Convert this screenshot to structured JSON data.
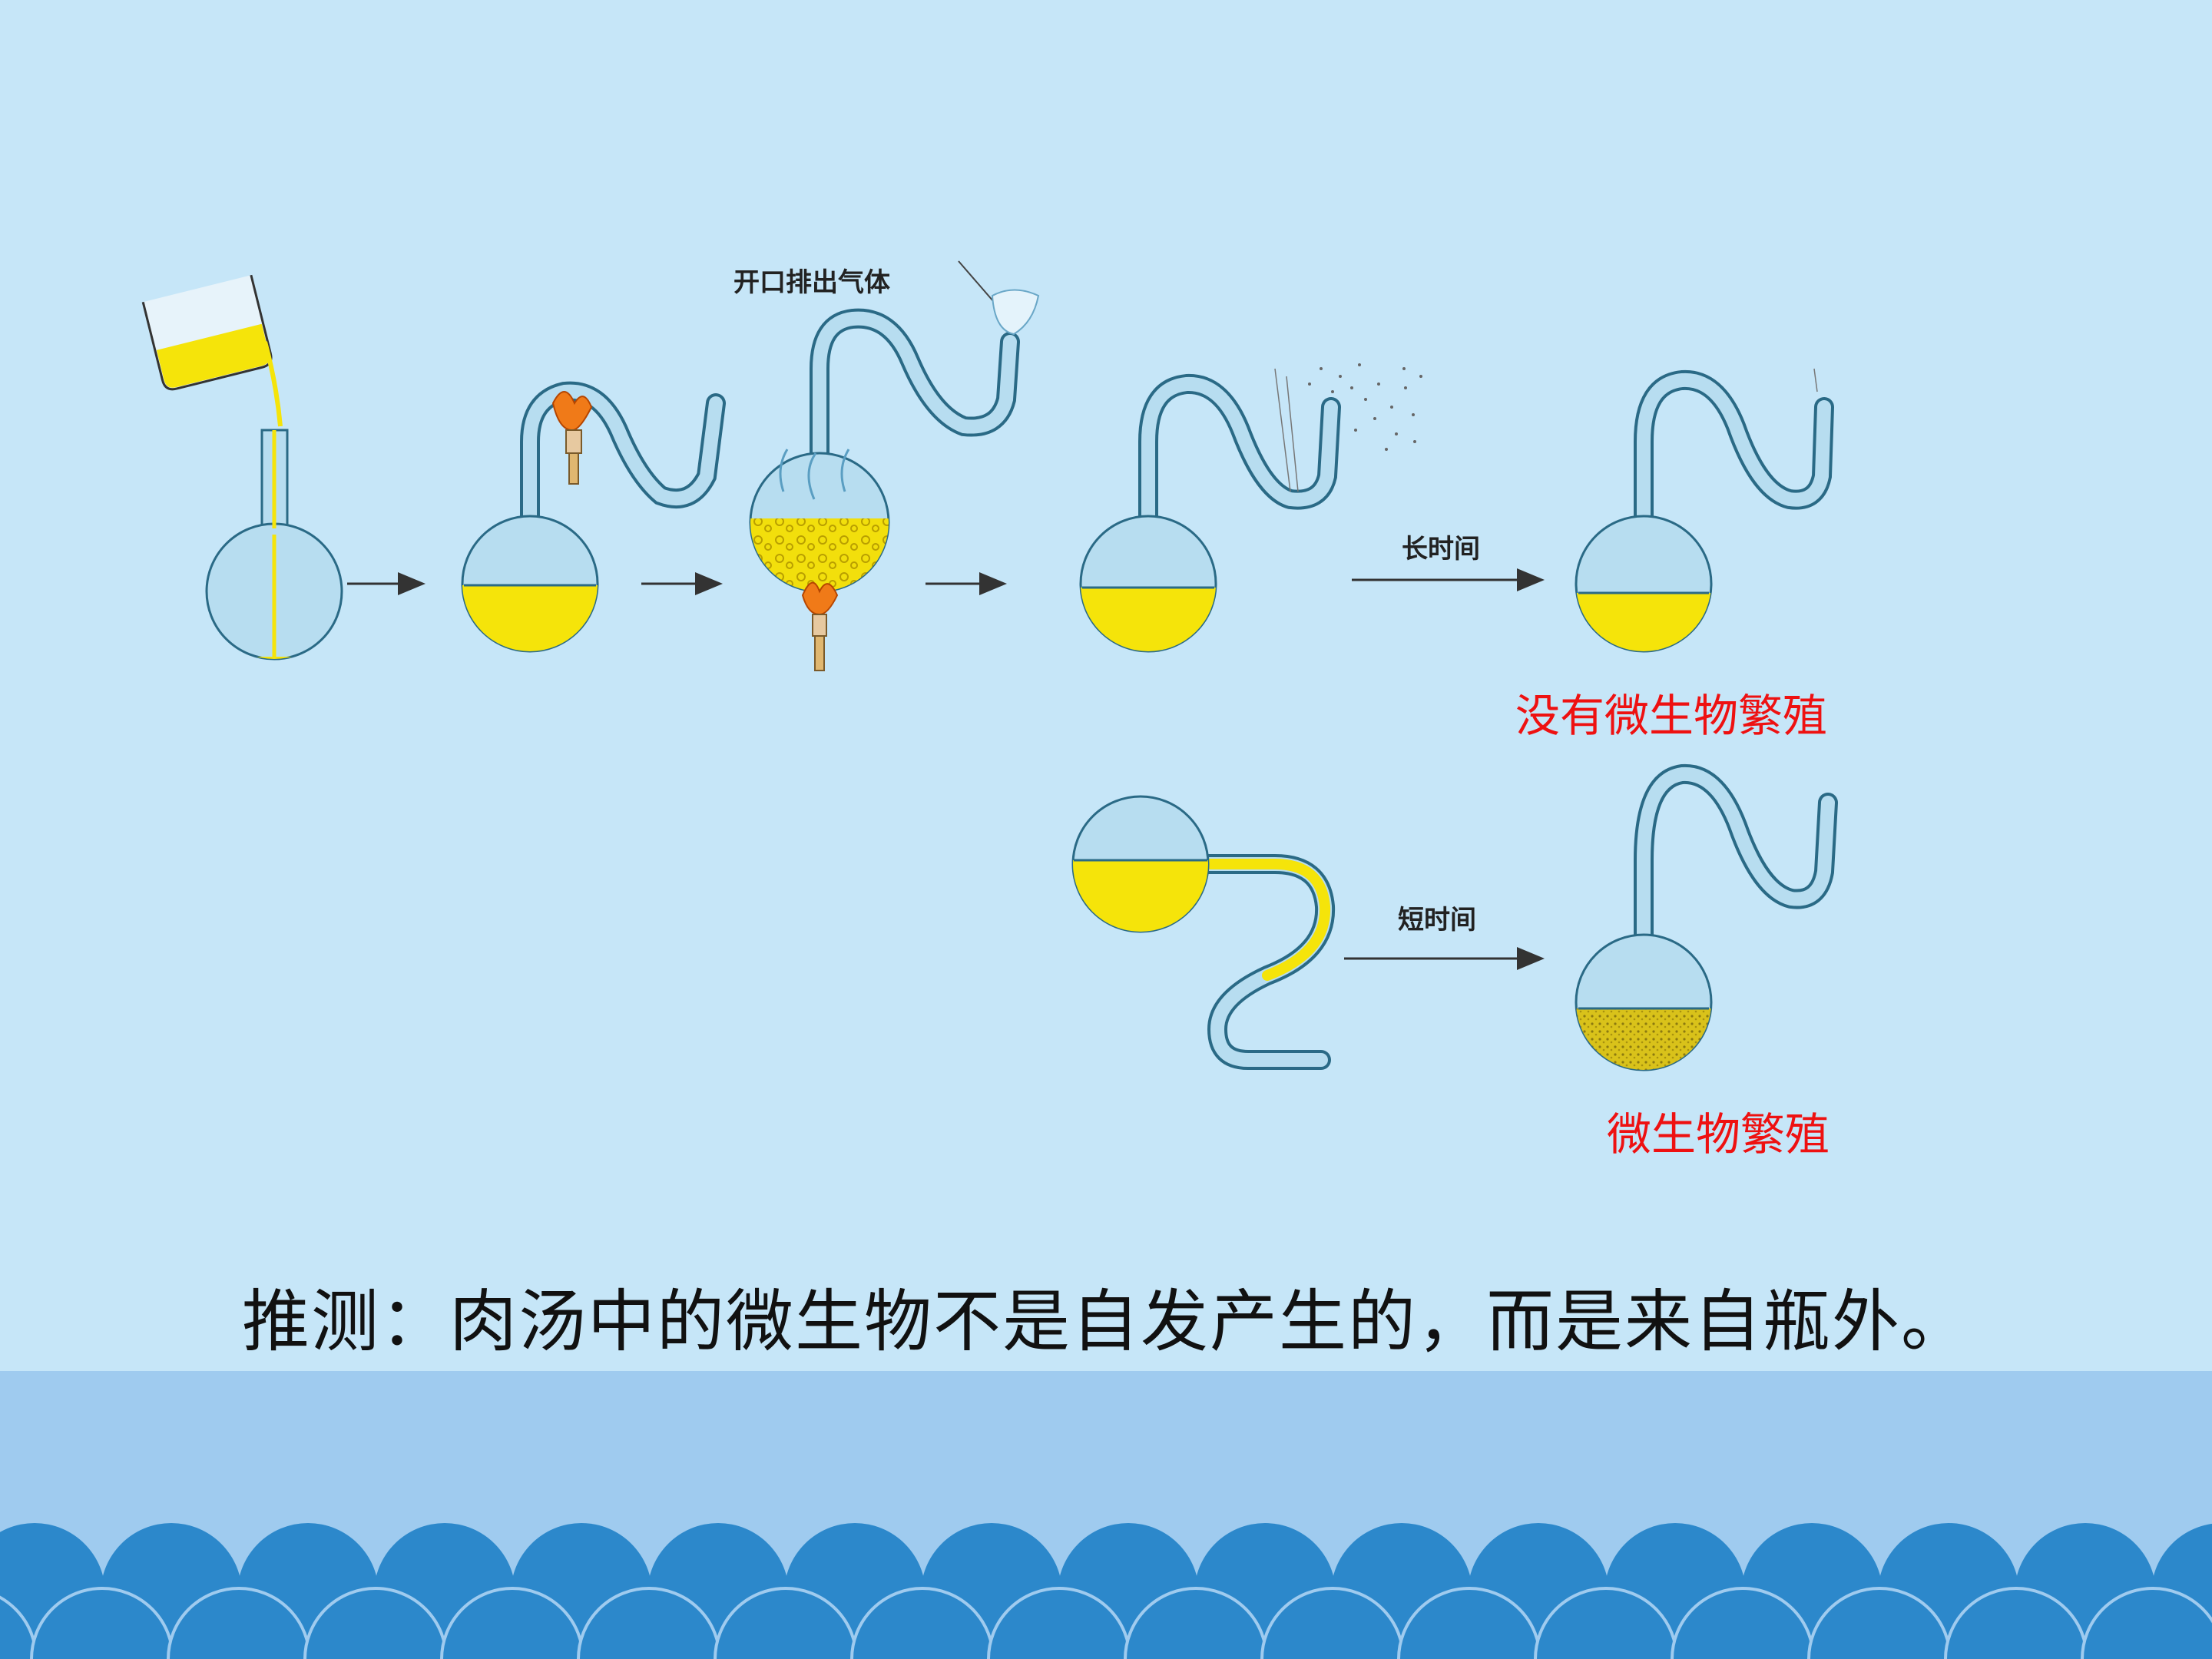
{
  "labels": {
    "open_vent": "开口排出气体",
    "long_time": "长时间",
    "short_time": "短时间"
  },
  "results": {
    "no_growth": "没有微生物繁殖",
    "growth": "微生物繁殖"
  },
  "conclusion": "推测：肉汤中的微生物不是自发产生的，而是来自瓶外。",
  "colors": {
    "background": "#c6e6f8",
    "flask_glass": "#b7ddf0",
    "flask_outline": "#2a6a86",
    "broth": "#f5e40a",
    "result_text": "#ee1111",
    "footer_band": "#9fcbef",
    "footer_waves": "#2c88cb"
  },
  "icons": [
    "beaker-icon",
    "flask-icon",
    "swan-neck-flask-icon",
    "burner-flame-icon",
    "arrow-right-icon",
    "dust-particles-icon"
  ]
}
